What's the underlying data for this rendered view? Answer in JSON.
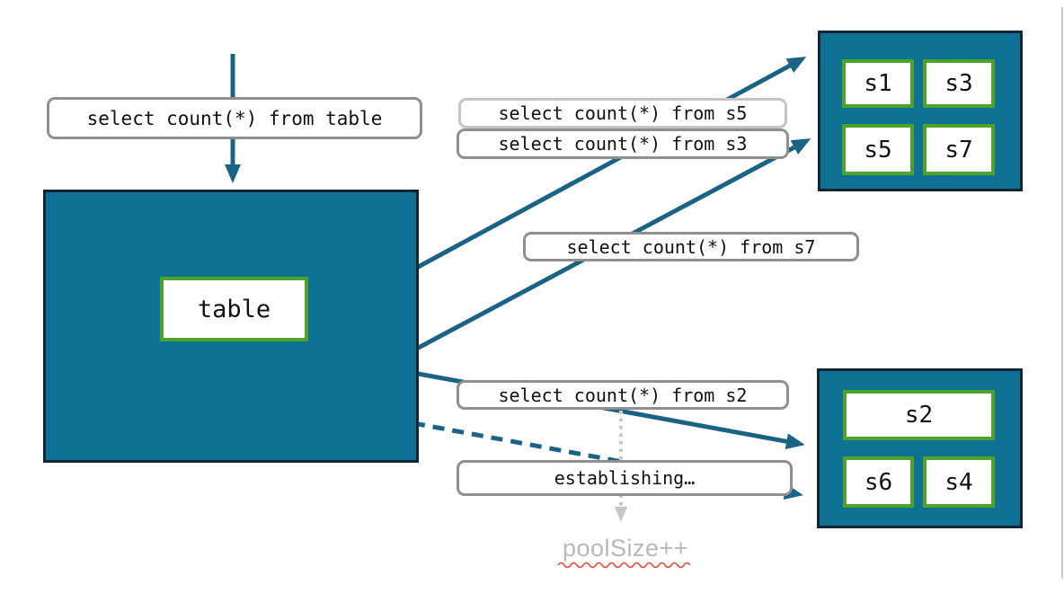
{
  "queries": {
    "from_table": "select count(*) from table",
    "from_s5": "select count(*) from s5",
    "from_s3": "select count(*) from s3",
    "from_s7": "select count(*) from s7",
    "from_s2": "select count(*) from s2"
  },
  "status": {
    "establishing": "establishing…",
    "pool_size": "poolSize++"
  },
  "table": {
    "label": "table"
  },
  "shards": {
    "top": [
      "s1",
      "s3",
      "s5",
      "s7"
    ],
    "bottom": [
      "s2",
      "s6",
      "s4"
    ]
  },
  "colors": {
    "teal_fill": "#0E7193",
    "dark_border": "#0E2634",
    "green_border": "#4FA32A",
    "arrow_teal": "#1A6385",
    "label_border": "#8F8F8F",
    "label_border_light": "#C4C4C4",
    "muted_gray": "#B8B8B8",
    "spellcheck_red": "#E8453C"
  }
}
